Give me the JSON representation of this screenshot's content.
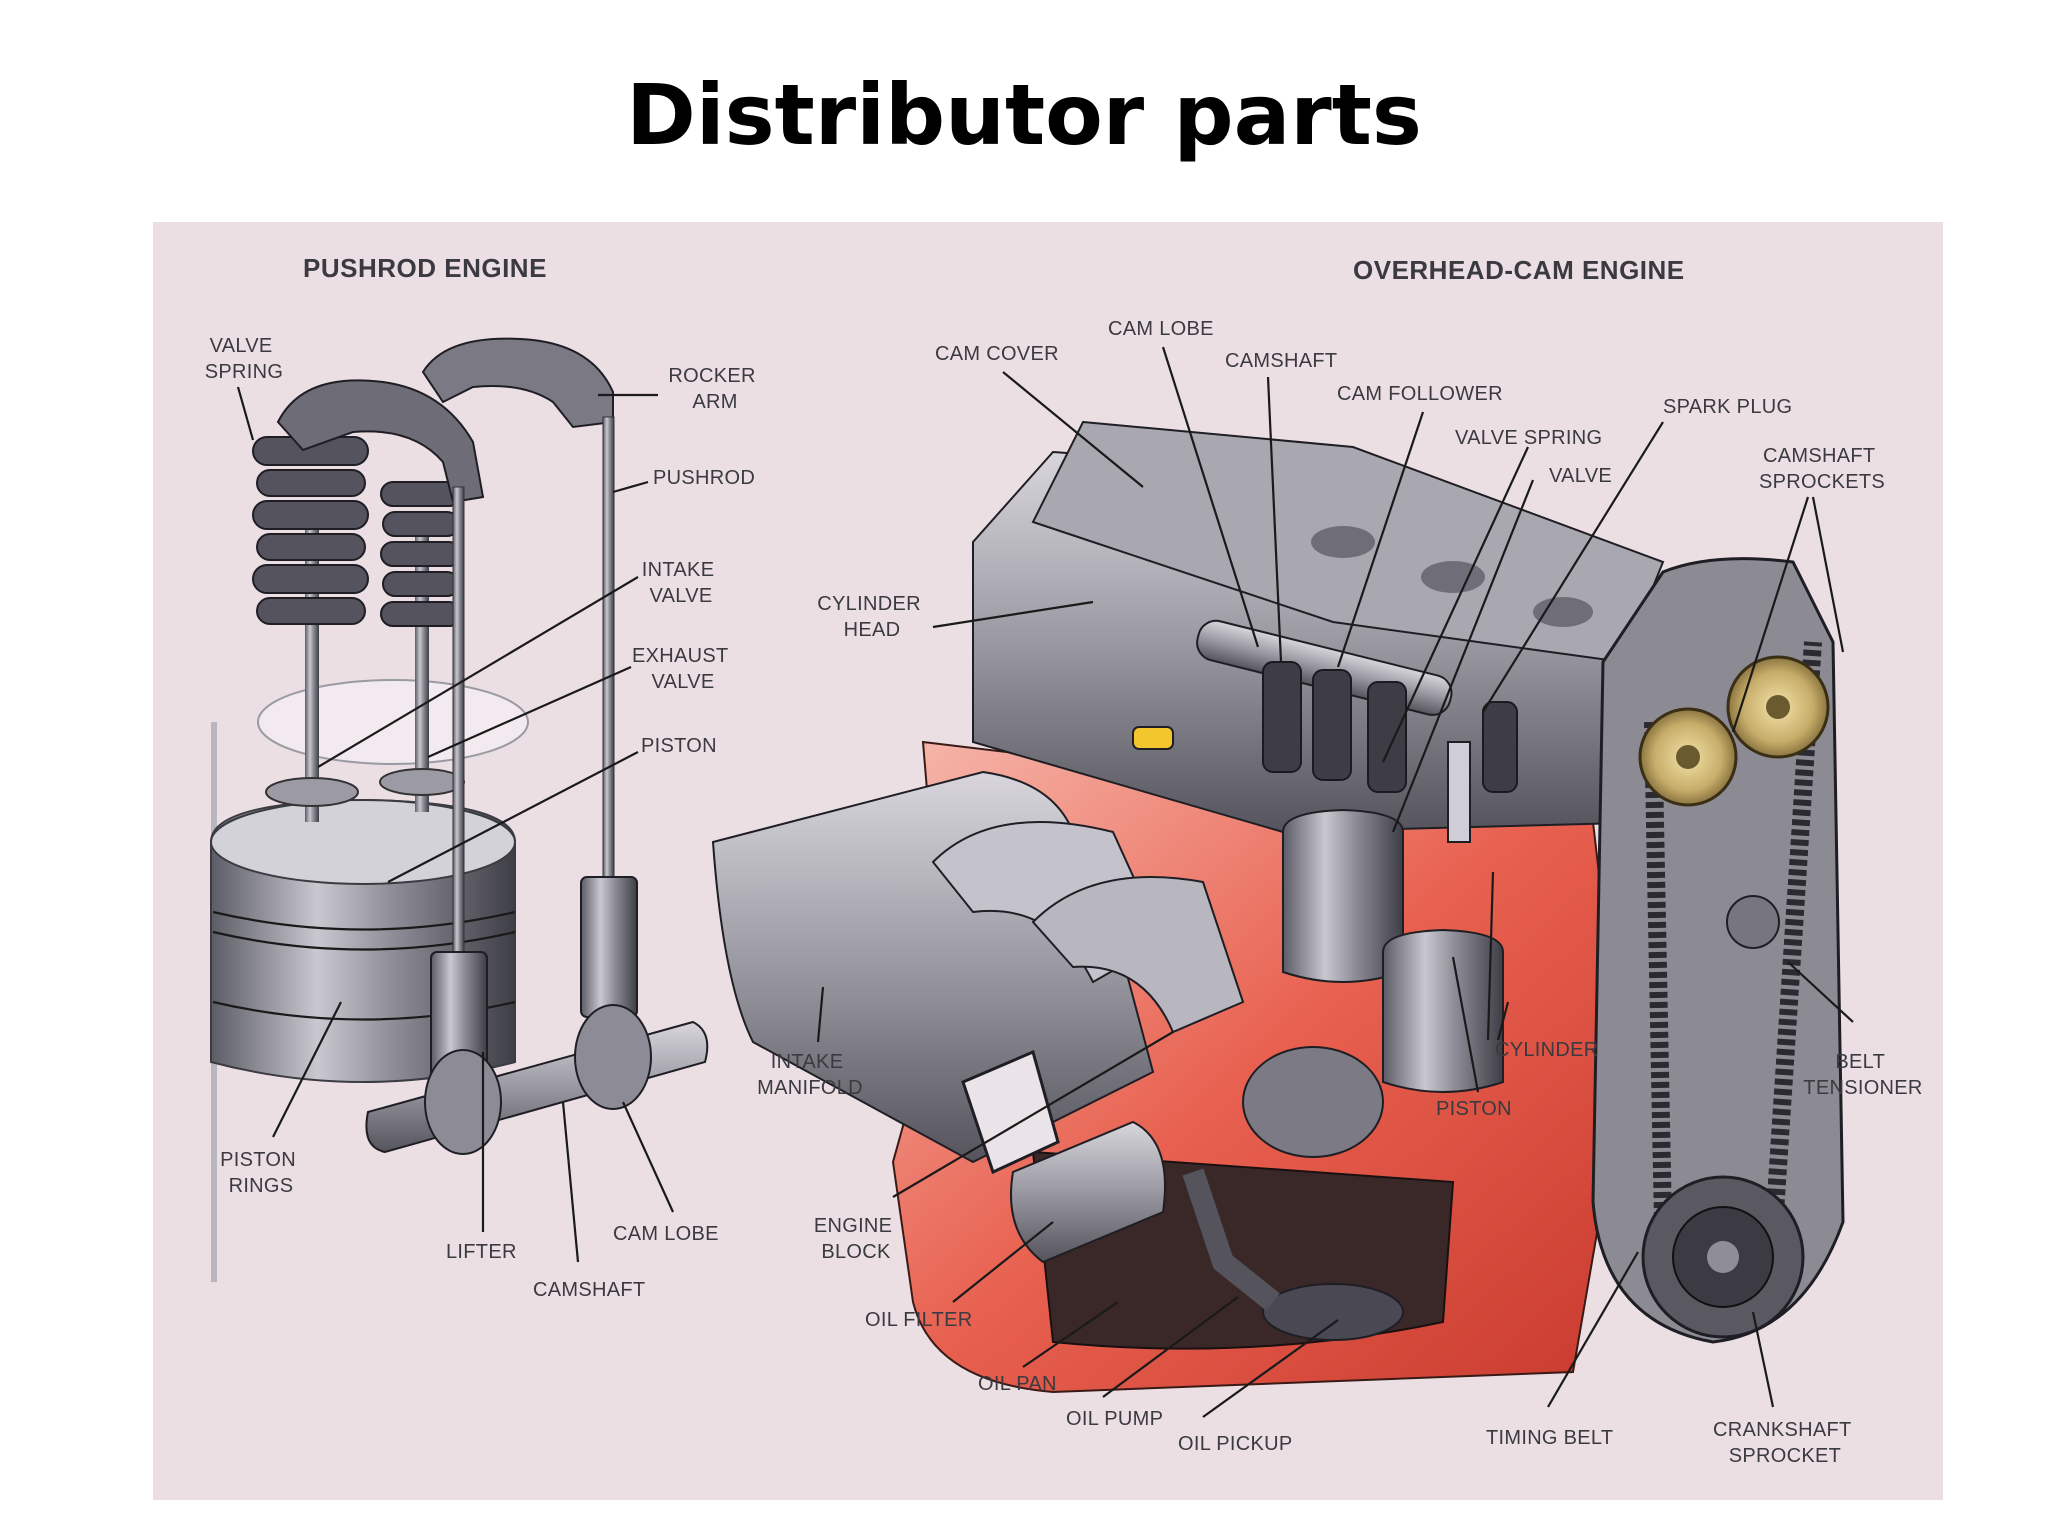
{
  "title": "Distributor parts",
  "pushrod": {
    "heading": "PUSHROD ENGINE",
    "labels": {
      "valve_spring": [
        "VALVE",
        "SPRING"
      ],
      "rocker_arm": [
        "ROCKER",
        "ARM"
      ],
      "pushrod": [
        "PUSHROD"
      ],
      "intake_valve": [
        "INTAKE",
        "VALVE"
      ],
      "exhaust_valve": [
        "EXHAUST",
        "VALVE"
      ],
      "piston": [
        "PISTON"
      ],
      "piston_rings": [
        "PISTON",
        "RINGS"
      ],
      "lifter": [
        "LIFTER"
      ],
      "cam_lobe": [
        "CAM LOBE"
      ],
      "camshaft": [
        "CAMSHAFT"
      ]
    }
  },
  "ohc": {
    "heading": "OVERHEAD-CAM ENGINE",
    "labels": {
      "cam_lobe": [
        "CAM LOBE"
      ],
      "cam_cover": [
        "CAM COVER"
      ],
      "camshaft": [
        "CAMSHAFT"
      ],
      "cam_follower": [
        "CAM FOLLOWER"
      ],
      "spark_plug": [
        "SPARK PLUG"
      ],
      "valve_spring": [
        "VALVE SPRING"
      ],
      "valve": [
        "VALVE"
      ],
      "camshaft_sprockets": [
        "CAMSHAFT",
        "SPROCKETS"
      ],
      "cylinder_head": [
        "CYLINDER",
        "HEAD"
      ],
      "intake_manifold": [
        "INTAKE",
        "MANIFOLD"
      ],
      "cylinder": [
        "CYLINDER"
      ],
      "belt_tensioner": [
        "BELT",
        "TENSIONER"
      ],
      "piston": [
        "PISTON"
      ],
      "engine_block": [
        "ENGINE",
        "BLOCK"
      ],
      "oil_filter": [
        "OIL FILTER"
      ],
      "oil_pan": [
        "OIL PAN"
      ],
      "oil_pump": [
        "OIL PUMP"
      ],
      "oil_pickup": [
        "OIL PICKUP"
      ],
      "timing_belt": [
        "TIMING BELT"
      ],
      "crankshaft_sprocket": [
        "CRANKSHAFT",
        "SPROCKET"
      ]
    }
  }
}
